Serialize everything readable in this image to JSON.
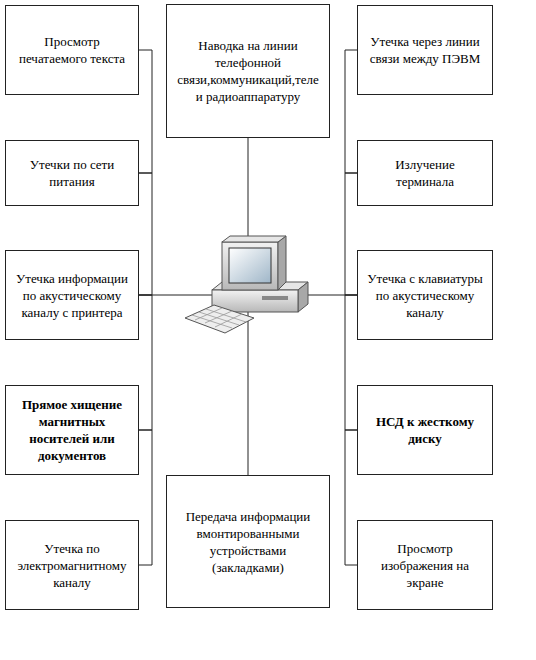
{
  "diagram": {
    "nodes": [
      {
        "text": [
          "Просмотр печатаемого текста"
        ]
      },
      {
        "text": [
          "Наводка на линии телефонной связи,коммуникаций,теле и радиоаппаратуру"
        ]
      },
      {
        "text": [
          "Утечка через линии связи между ПЭВМ"
        ]
      },
      {
        "text": [
          "Утечки по сети питания"
        ]
      },
      {
        "text": [
          "Излучение терминала"
        ]
      },
      {
        "text": [
          "Утечка информации по акустическому каналу с принтера"
        ]
      },
      {
        "text": [
          "Утечка с клавиатуры по акустическому каналу"
        ]
      },
      {
        "text": [
          "Прямое хищение магнитных носителей или документов"
        ]
      },
      {
        "text": [
          "НСД  к жесткому диску"
        ]
      },
      {
        "text": [
          "Передача информации вмонтированными устройствами (закладками)"
        ]
      },
      {
        "text": [
          "Утечка по электромагнитному каналу"
        ]
      },
      {
        "text": [
          "Просмотр изображения на экране"
        ]
      }
    ],
    "edges": [
      {
        "from": 0,
        "to": 3,
        "arrow": "none"
      },
      {
        "from": 3,
        "to": 5,
        "arrow": "none"
      },
      {
        "from": 5,
        "to": 7,
        "arrow": "none"
      },
      {
        "from": 7,
        "to": 10,
        "arrow": "none"
      },
      {
        "from": 2,
        "to": 4,
        "arrow": "none"
      },
      {
        "from": 4,
        "to": 6,
        "arrow": "none"
      },
      {
        "from": 6,
        "to": 8,
        "arrow": "none"
      },
      {
        "from": 8,
        "to": 11,
        "arrow": "none"
      },
      {
        "from": 5,
        "to": 6,
        "arrow": "none"
      },
      {
        "from": 1,
        "to": 9,
        "arrow": "none"
      }
    ]
  }
}
